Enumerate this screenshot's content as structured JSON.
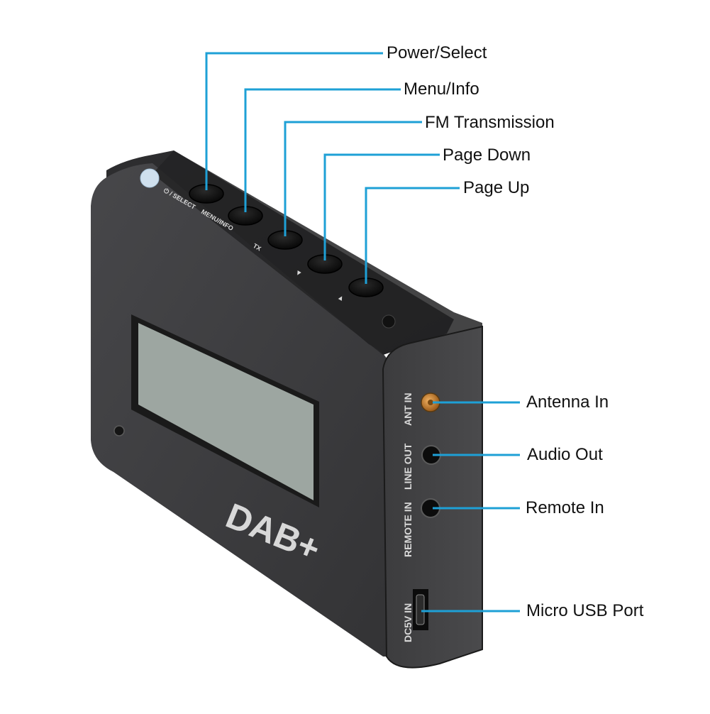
{
  "device": {
    "brand_mark": "DAB+",
    "colors": {
      "body": "#3a3a3c",
      "body_dark": "#262628",
      "top": "#2b2b2d",
      "lcd": "#9fa8a3",
      "callout": "#1ea0d6",
      "antenna_gold": "#c9852c"
    },
    "top_panel": {
      "select_text": "⏻ / SELECT",
      "menu_text": "MENU/INFO",
      "tx_text": "TX",
      "down_symbol": "▼",
      "up_symbol": "▲"
    },
    "side_panel": {
      "ant_in_text": "ANT IN",
      "line_out_text": "LINE OUT",
      "remote_in_text": "REMOTE IN",
      "dc_in_text": "DC5V IN"
    }
  },
  "callouts": {
    "top": [
      {
        "id": "power-select",
        "label": "Power/Select"
      },
      {
        "id": "menu-info",
        "label": "Menu/Info"
      },
      {
        "id": "fm-transmission",
        "label": "FM Transmission"
      },
      {
        "id": "page-down",
        "label": "Page Down"
      },
      {
        "id": "page-up",
        "label": "Page Up"
      }
    ],
    "side": [
      {
        "id": "antenna-in",
        "label": "Antenna In"
      },
      {
        "id": "audio-out",
        "label": "Audio Out"
      },
      {
        "id": "remote-in",
        "label": "Remote In"
      },
      {
        "id": "micro-usb-port",
        "label": "Micro USB Port"
      }
    ]
  }
}
